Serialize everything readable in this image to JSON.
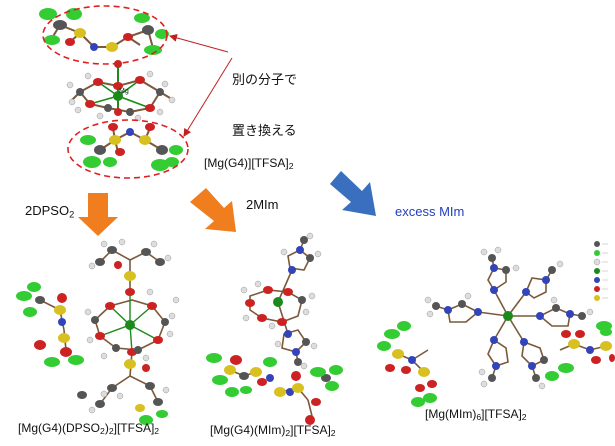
{
  "annotation": {
    "line1": "別の分子で",
    "line2": "置き換える"
  },
  "starting_complex": {
    "pre": "[Mg(G4)][TFSA]",
    "sub": "2"
  },
  "mg_atom_label": "Mg",
  "arrows": [
    {
      "pre": "2DPSO",
      "sub": "2",
      "color": "#f07d1e"
    },
    {
      "pre": "2MIm",
      "sub": "",
      "color": "#f07d1e"
    },
    {
      "pre": "excess MIm",
      "sub": "",
      "color": "#3a6fc0"
    }
  ],
  "products": [
    {
      "p1": "[Mg(G4)(DPSO",
      "s1": "2",
      "p2": ")",
      "s2": "2",
      "p3": "][TFSA]",
      "s3": "2"
    },
    {
      "p1": "[Mg(G4)(MIm)",
      "s1": "2",
      "p2": "][TFSA]",
      "s2": "2"
    },
    {
      "p1": "[Mg(MIm)",
      "s1": "6",
      "p2": "][TFSA]",
      "s2": "2"
    }
  ],
  "atom_colors": {
    "C": "#555555",
    "H": "#dddddd",
    "O": "#cc2222",
    "F": "#33cc33",
    "S": "#d8c020",
    "N": "#3344bb",
    "Mg": "#1a8a1a",
    "bond": "#7a5a3a"
  }
}
